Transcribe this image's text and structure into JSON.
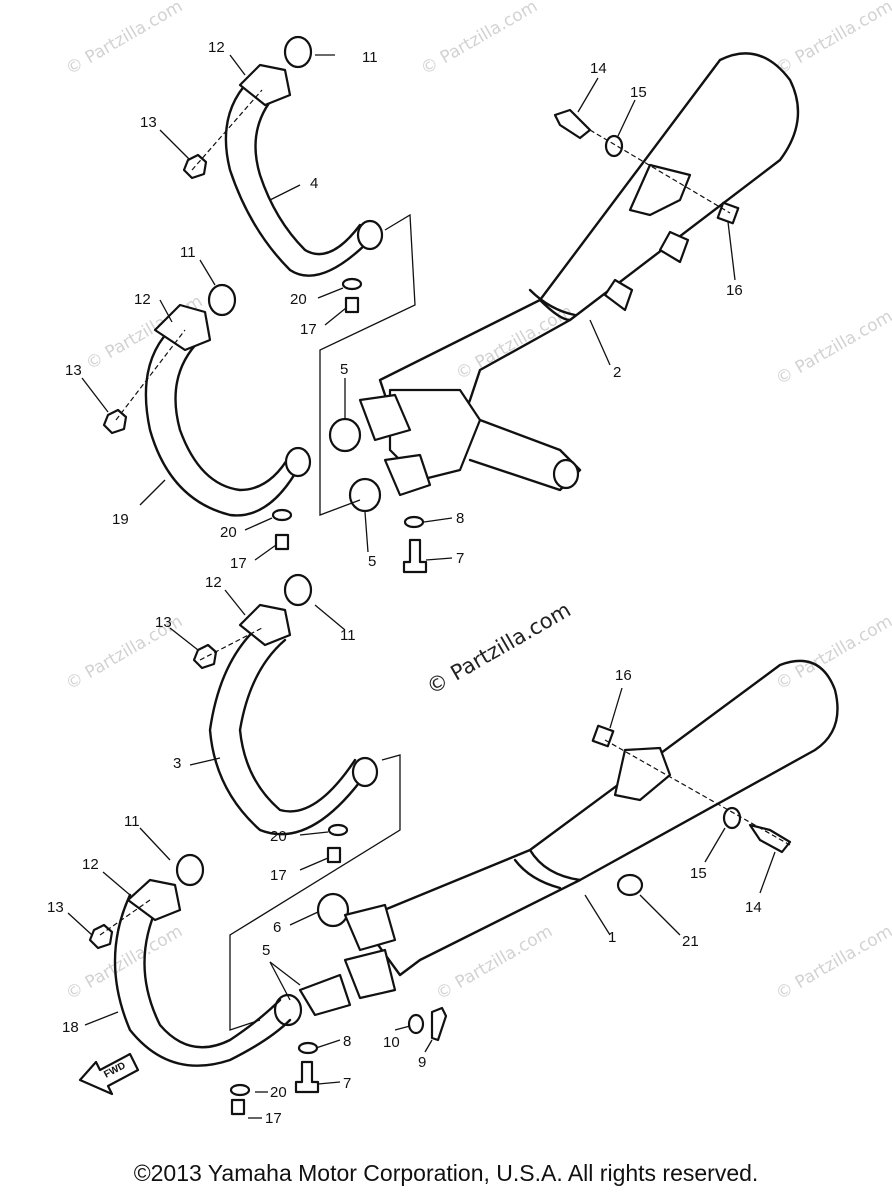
{
  "watermark": "© Partzilla.com",
  "copyright": "©2013 Yamaha Motor Corporation, U.S.A. All rights reserved.",
  "fwd_label": "FWD",
  "callouts": {
    "upper": {
      "gasket_a": "11",
      "clamp_a": "12",
      "nut_a": "13",
      "pipe_4": "4",
      "washer_a": "20",
      "bolt_a": "17",
      "gasket_b": "11",
      "clamp_b": "12",
      "nut_b": "13",
      "pipe_19": "19",
      "washer_b": "20",
      "bolt_b": "17",
      "bolt_14": "14",
      "washer_15": "15",
      "nut_16": "16",
      "muffler_2": "2",
      "joint_5a": "5",
      "joint_5b": "5",
      "washer_8": "8",
      "bolt_7": "7"
    },
    "lower": {
      "clamp_a": "12",
      "gasket_a": "11",
      "nut_a": "13",
      "pipe_3": "3",
      "washer_a": "20",
      "bolt_a": "17",
      "gasket_b": "11",
      "clamp_b": "12",
      "nut_b": "13",
      "pipe_18": "18",
      "washer_b": "20",
      "bolt_b": "17",
      "nut_16": "16",
      "washer_15": "15",
      "bolt_14": "14",
      "muffler_1": "1",
      "damper_21": "21",
      "joint_6": "6",
      "joint_5": "5",
      "washer_8": "8",
      "bolt_7": "7",
      "washer_10": "10",
      "bolt_9": "9"
    }
  }
}
